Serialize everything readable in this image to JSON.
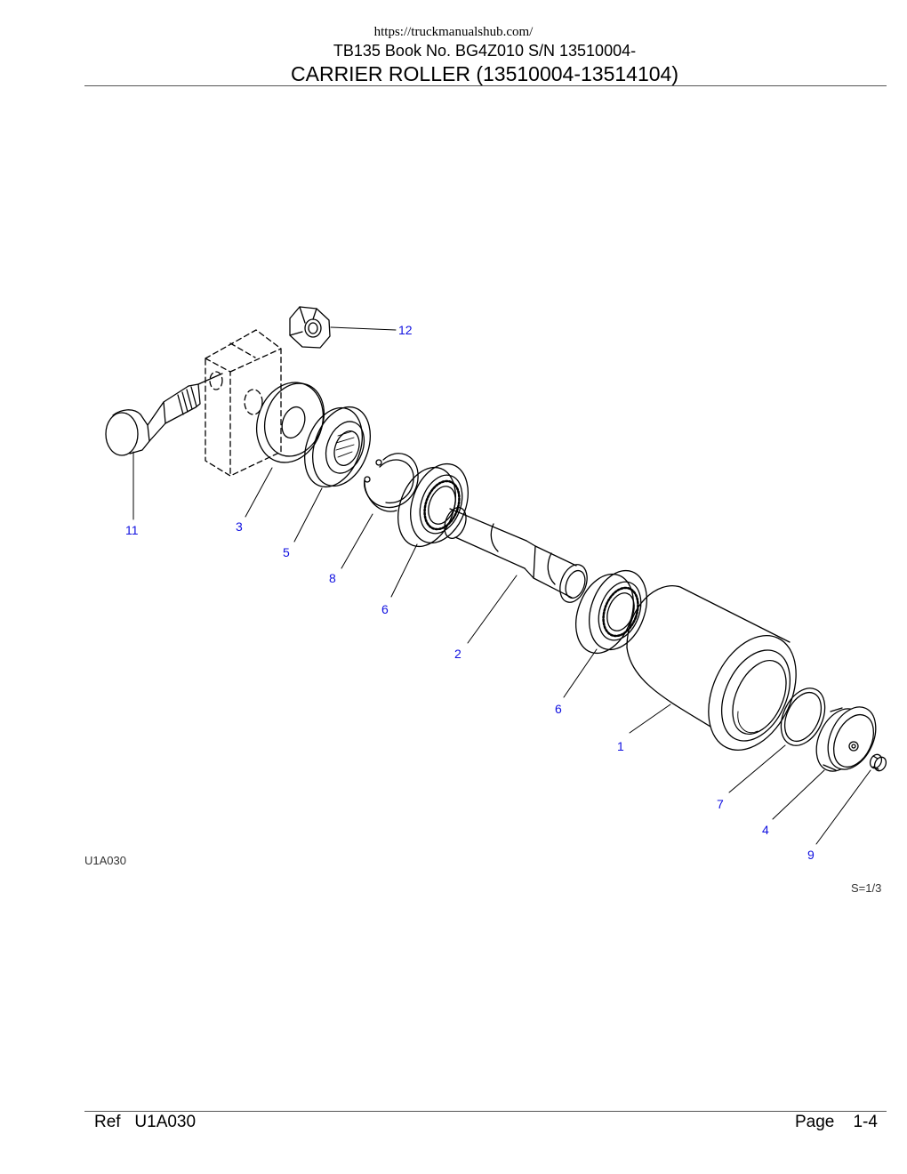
{
  "header": {
    "url": "https://truckmanualshub.com/",
    "book_line": "TB135  Book No. BG4Z010 S/N 13510004-",
    "title": "CARRIER ROLLER (13510004-13514104)"
  },
  "figure": {
    "code": "U1A030",
    "scale": "S=1/3",
    "callouts": [
      "12",
      "11",
      "3",
      "5",
      "8",
      "6",
      "2",
      "6",
      "1",
      "7",
      "4",
      "9"
    ]
  },
  "footer": {
    "ref_label": "Ref   U1A030",
    "page_label": "Page    1-4"
  },
  "colors": {
    "callout": "#1010e0",
    "line": "#000000"
  }
}
